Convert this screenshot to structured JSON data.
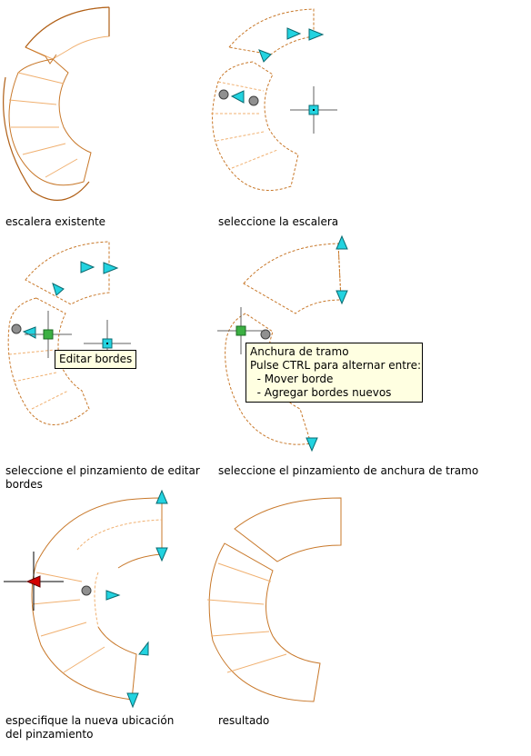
{
  "captions": {
    "p1": "escalera existente",
    "p2": "seleccione la escalera",
    "p3_line1": "seleccione el pinzamiento de editar",
    "p3_line2": "bordes",
    "p4": "seleccione el pinzamiento de anchura de tramo",
    "p5_line1": "especifique la nueva ubicación",
    "p5_line2": "del pinzamiento",
    "p6": "resultado"
  },
  "tooltips": {
    "edit_edges": "Editar bordes",
    "width_title": "Anchura de tramo",
    "width_line2": "Pulse CTRL para alternar entre:",
    "width_line3": "  - Mover borde",
    "width_line4": "  - Agregar bordes nuevos"
  },
  "colors": {
    "stair": "#c8782a",
    "stair_light": "#f0b070",
    "grip_cyan": "#22d3e0",
    "grip_green": "#3cb043",
    "grip_gray": "#909090",
    "grip_red": "#d40000",
    "tooltip_bg": "#ffffe1"
  },
  "icons": [
    "arrow-grip-icon",
    "circle-grip-icon",
    "square-grip-icon",
    "crosshair-icon"
  ]
}
